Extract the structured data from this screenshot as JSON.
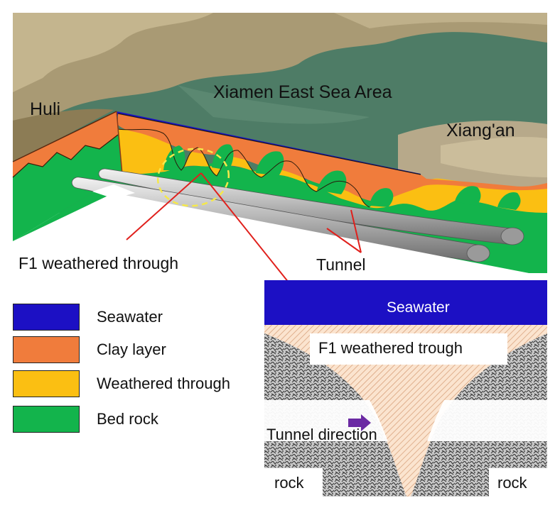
{
  "map_labels": {
    "huli": "Huli",
    "sea_area": "Xiamen East Sea Area",
    "xiangan": "Xiang'an"
  },
  "callouts": {
    "f1": "F1 weathered through",
    "tunnel": "Tunnel"
  },
  "legend": [
    {
      "label": "Seawater",
      "color": "#1c10c4"
    },
    {
      "label": "Clay layer",
      "color": "#f07c3c"
    },
    {
      "label": "Weathered through",
      "color": "#fbbf12"
    },
    {
      "label": "Bed rock",
      "color": "#13b44c"
    }
  ],
  "section": {
    "seawater": "Seawater",
    "trough": "F1 weathered trough",
    "direction": "Tunnel direction",
    "rock_left": "rock",
    "rock_right": "rock"
  },
  "colors": {
    "seawater": "#1c10c4",
    "clay": "#f07c3c",
    "weathered": "#fbbf12",
    "bedrock": "#13b44c",
    "arrow": "#6b2aa3",
    "leader": "#e0201c"
  }
}
